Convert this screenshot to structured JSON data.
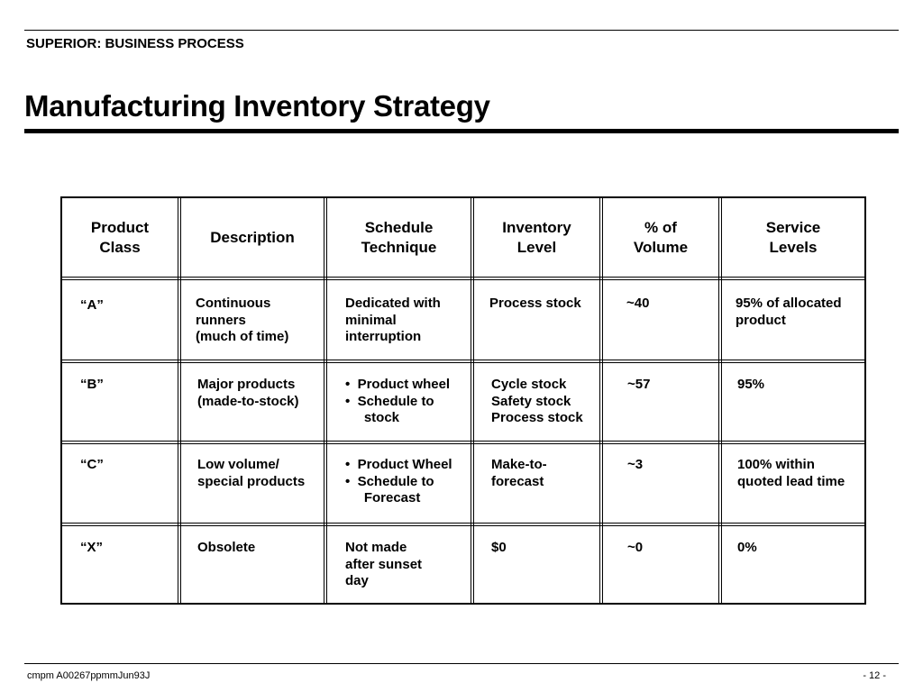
{
  "header": {
    "section": "SUPERIOR:  BUSINESS PROCESS",
    "title": "Manufacturing Inventory Strategy"
  },
  "table": {
    "columns": [
      "Product\nClass",
      "Description",
      "Schedule\nTechnique",
      "Inventory\nLevel",
      "% of\nVolume",
      "Service\nLevels"
    ],
    "rows": [
      [
        "“A”",
        "Continuous\nrunners\n(much of time)",
        "Dedicated with\nminimal\ninterruption",
        "Process stock",
        "~40",
        "95% of allocated\nproduct"
      ],
      [
        "“B”",
        "Major products\n(made-to-stock)",
        "•  Product wheel\n•  Schedule to\n     stock",
        "Cycle stock\nSafety stock\nProcess stock",
        "~57",
        "95%"
      ],
      [
        "“C”",
        "Low volume/\nspecial products",
        "•  Product Wheel\n•  Schedule to\n     Forecast",
        "Make-to-\nforecast",
        "~3",
        "100% within\nquoted lead time"
      ],
      [
        "“X”",
        "Obsolete",
        "Not made\nafter sunset\nday",
        "$0",
        "~0",
        "0%"
      ]
    ]
  },
  "footer": {
    "code": "cmpm A00267ppmmJun93J",
    "page": "- 12 -"
  }
}
